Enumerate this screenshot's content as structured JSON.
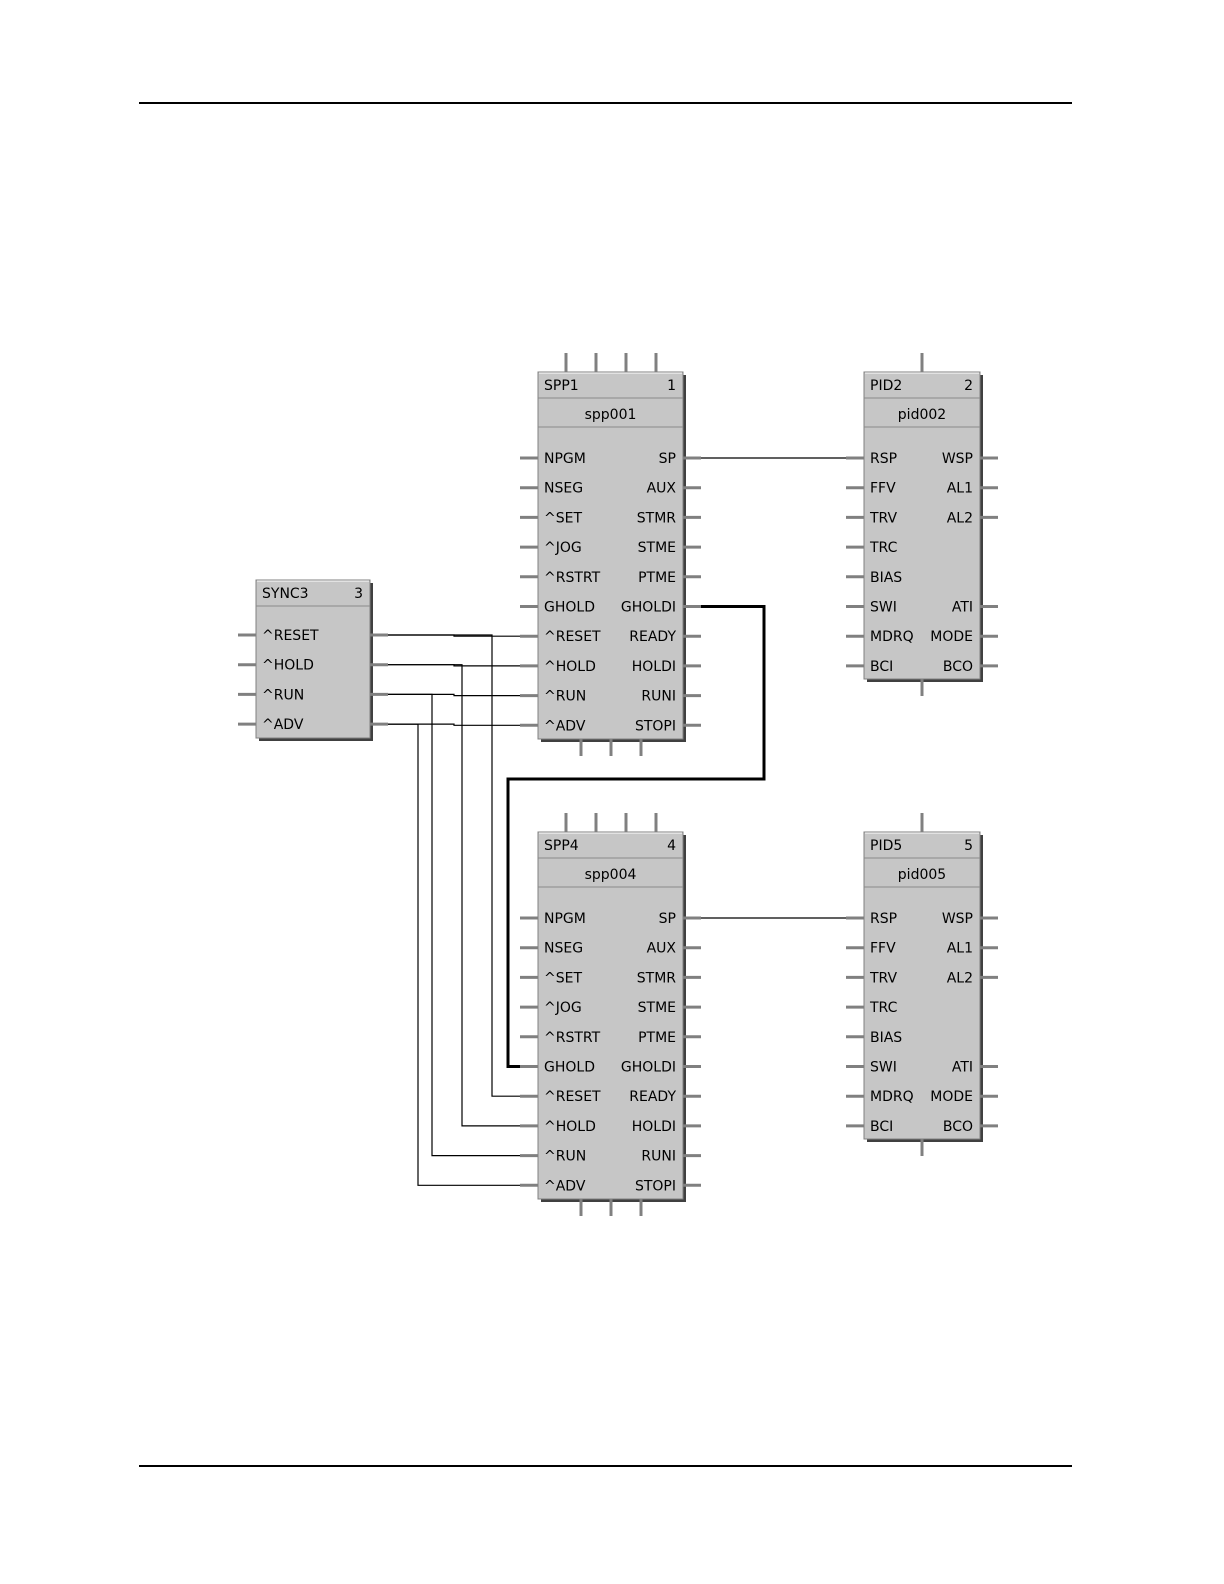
{
  "blocks": [
    {
      "id": "spp1",
      "type_label": "SPP1",
      "number": "1",
      "tag": "spp001",
      "inputs": [
        "NPGM",
        "NSEG",
        "^SET",
        "^JOG",
        "^RSTRT",
        "GHOLD",
        "^RESET",
        "^HOLD",
        "^RUN",
        "^ADV"
      ],
      "outputs": [
        "SP",
        "AUX",
        "STMR",
        "STME",
        "PTME",
        "GHOLDI",
        "READY",
        "HOLDI",
        "RUNI",
        "STOPI"
      ]
    },
    {
      "id": "pid2",
      "type_label": "PID2",
      "number": "2",
      "tag": "pid002",
      "inputs": [
        "RSP",
        "FFV",
        "TRV",
        "TRC",
        "BIAS",
        "SWI",
        "MDRQ",
        "BCI"
      ],
      "outputs": [
        "WSP",
        "AL1",
        "AL2",
        "",
        "",
        "ATI",
        "MODE",
        "BCO"
      ]
    },
    {
      "id": "sync3",
      "type_label": "SYNC3",
      "number": "3",
      "tag": "",
      "inputs": [
        "^RESET",
        "^HOLD",
        "^RUN",
        "^ADV"
      ],
      "outputs": []
    },
    {
      "id": "spp4",
      "type_label": "SPP4",
      "number": "4",
      "tag": "spp004",
      "inputs": [
        "NPGM",
        "NSEG",
        "^SET",
        "^JOG",
        "^RSTRT",
        "GHOLD",
        "^RESET",
        "^HOLD",
        "^RUN",
        "^ADV"
      ],
      "outputs": [
        "SP",
        "AUX",
        "STMR",
        "STME",
        "PTME",
        "GHOLDI",
        "READY",
        "HOLDI",
        "RUNI",
        "STOPI"
      ]
    },
    {
      "id": "pid5",
      "type_label": "PID5",
      "number": "5",
      "tag": "pid005",
      "inputs": [
        "RSP",
        "FFV",
        "TRV",
        "TRC",
        "BIAS",
        "SWI",
        "MDRQ",
        "BCI"
      ],
      "outputs": [
        "WSP",
        "AL1",
        "AL2",
        "",
        "",
        "ATI",
        "MODE",
        "BCO"
      ]
    }
  ],
  "connections": [
    {
      "from": "spp1.SP",
      "to": "pid2.RSP"
    },
    {
      "from": "spp4.SP",
      "to": "pid5.RSP"
    },
    {
      "from": "spp1.GHOLDI",
      "to": "spp4.GHOLD",
      "bold": true
    },
    {
      "from": "sync3.^RESET",
      "to": "spp1.^RESET"
    },
    {
      "from": "sync3.^HOLD",
      "to": "spp1.^HOLD"
    },
    {
      "from": "sync3.^RUN",
      "to": "spp1.^RUN"
    },
    {
      "from": "sync3.^ADV",
      "to": "spp1.^ADV"
    },
    {
      "from": "sync3.^RESET",
      "to": "spp4.^RESET"
    },
    {
      "from": "sync3.^HOLD",
      "to": "spp4.^HOLD"
    },
    {
      "from": "sync3.^RUN",
      "to": "spp4.^RUN"
    },
    {
      "from": "sync3.^ADV",
      "to": "spp4.^ADV"
    }
  ]
}
